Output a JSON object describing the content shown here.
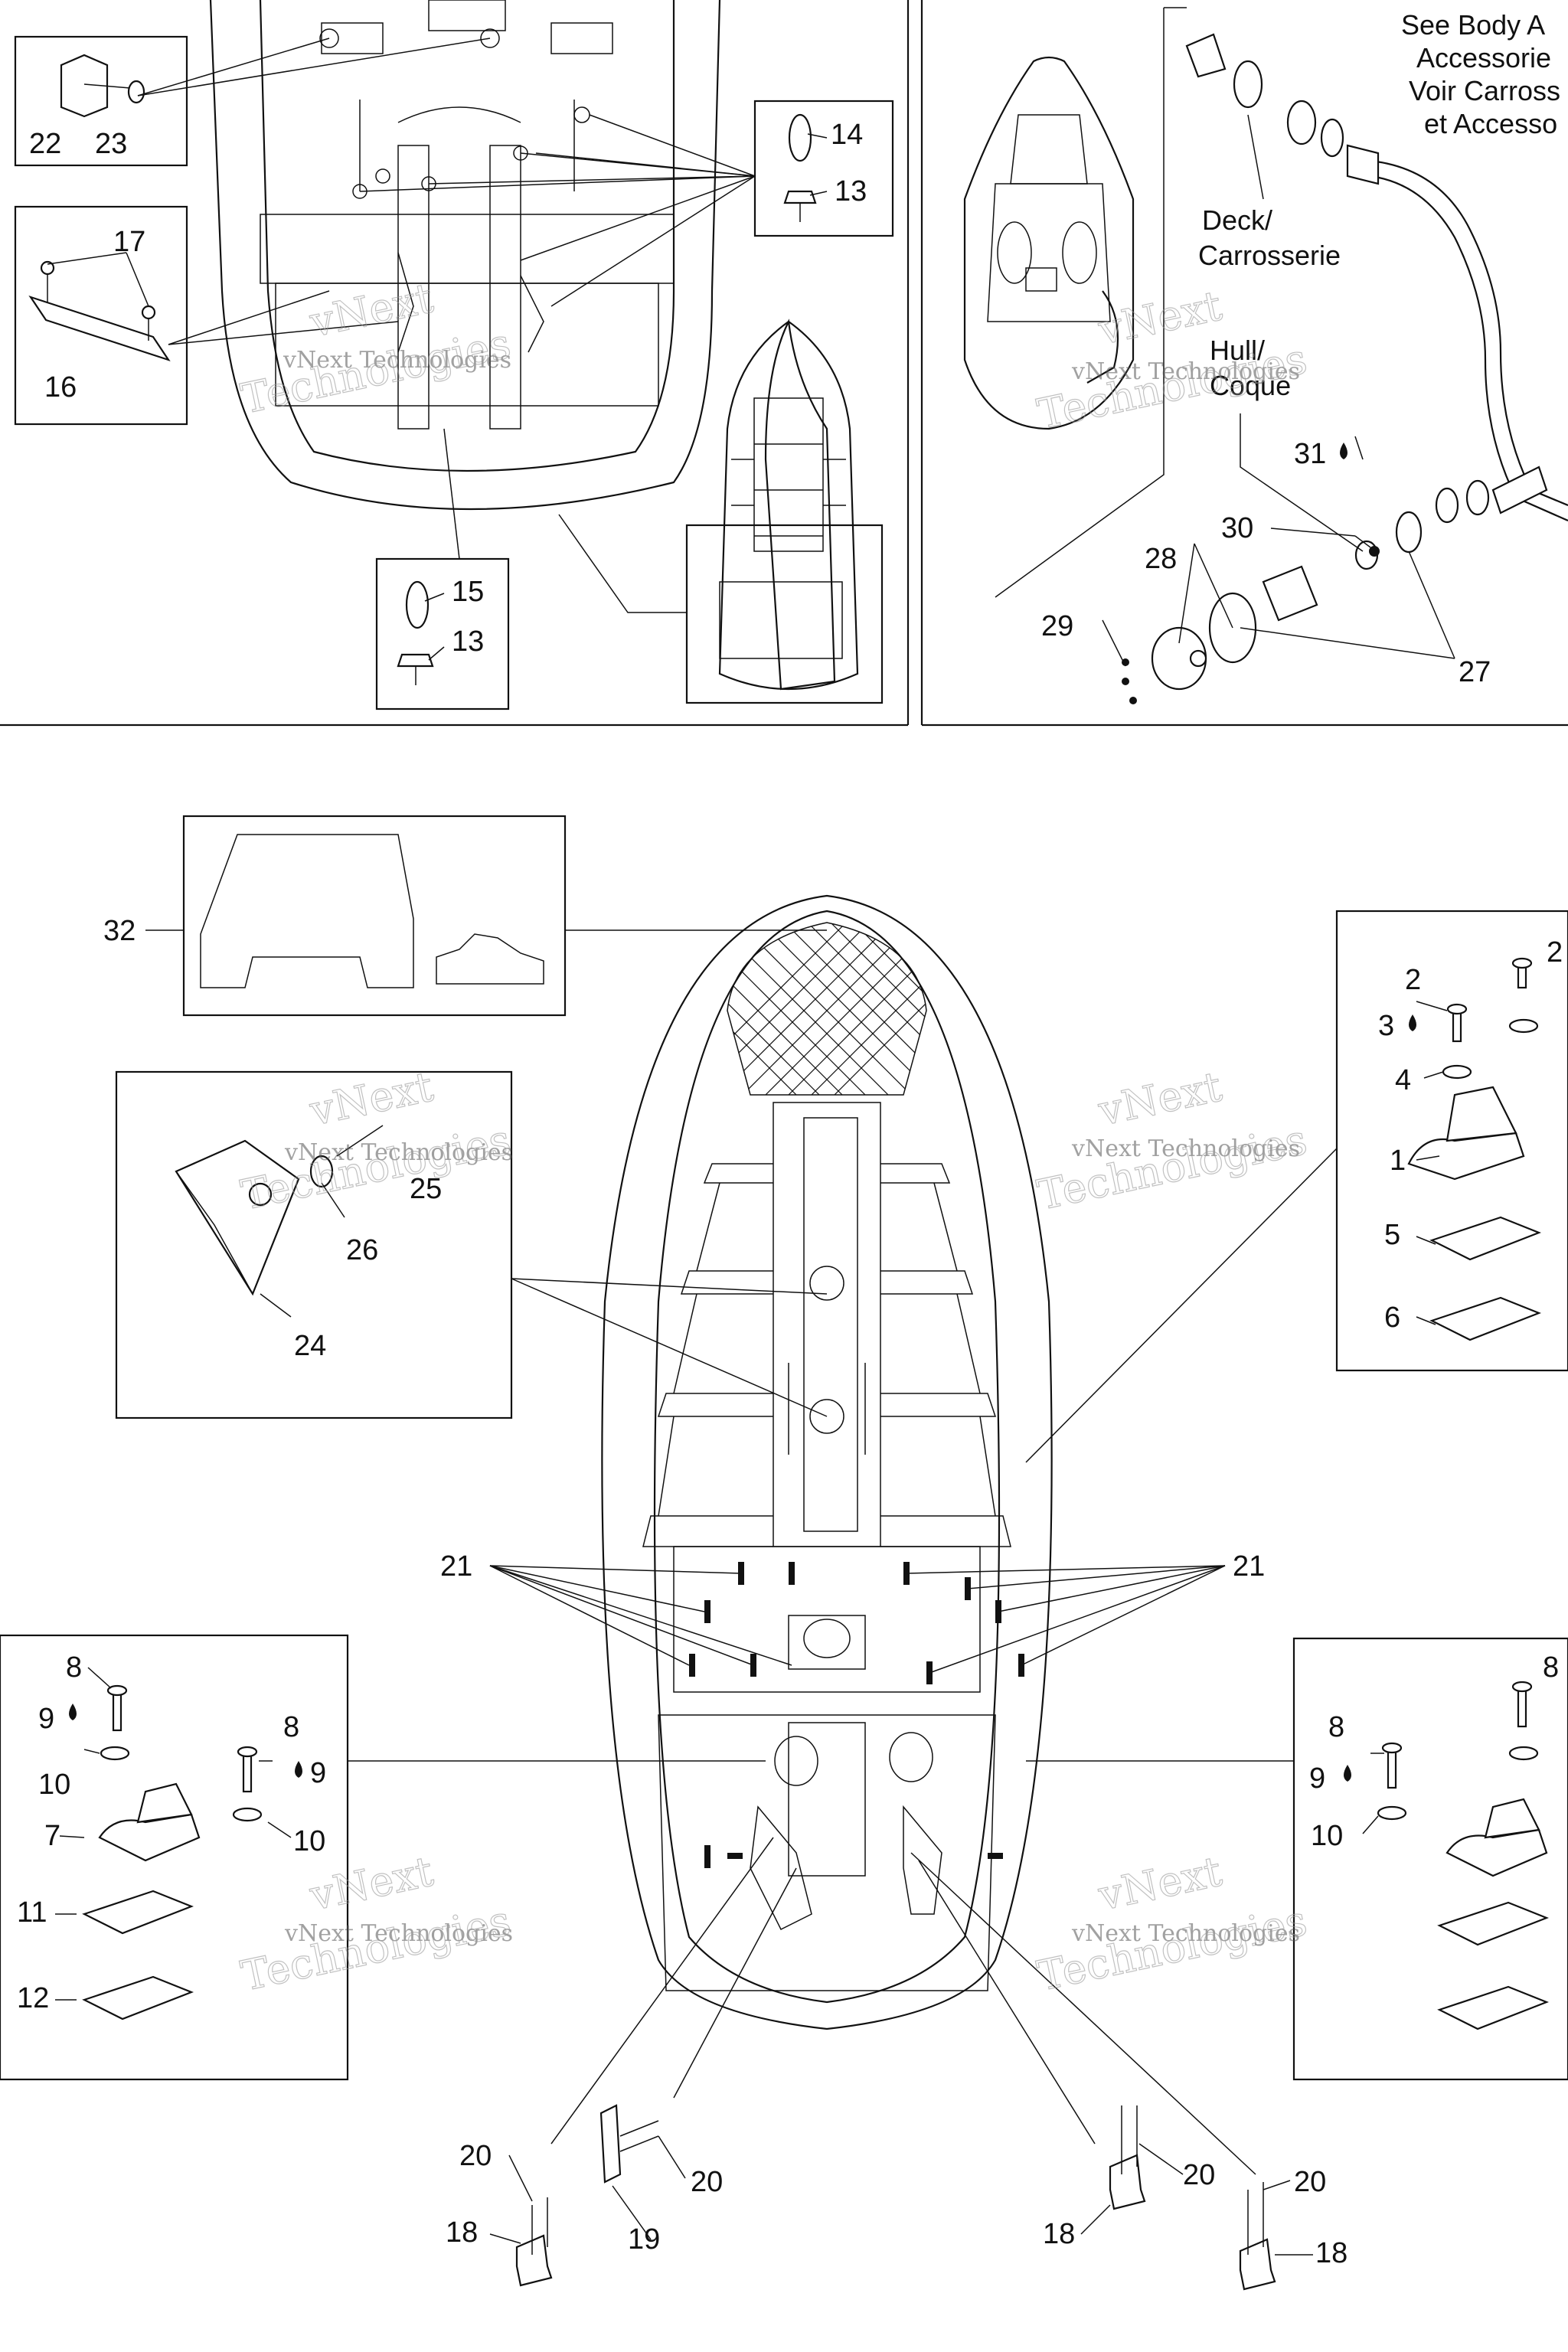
{
  "callouts": {
    "c1": "1",
    "c2": "2",
    "c3": "3",
    "c4": "4",
    "c5": "5",
    "c6": "6",
    "c7": "7",
    "c8a": "8",
    "c8b": "8",
    "c8c": "8",
    "c8d": "8",
    "c9a": "9",
    "c9b": "9",
    "c9c": "9",
    "c10a": "10",
    "c10b": "10",
    "c10c": "10",
    "c11": "11",
    "c12": "12",
    "c13a": "13",
    "c13b": "13",
    "c14": "14",
    "c15": "15",
    "c16": "16",
    "c17": "17",
    "c18a": "18",
    "c18b": "18",
    "c18c": "18",
    "c19": "19",
    "c20a": "20",
    "c20b": "20",
    "c20c": "20",
    "c20d": "20",
    "c21a": "21",
    "c21b": "21",
    "c22": "22",
    "c23": "23",
    "c24": "24",
    "c25": "25",
    "c26": "26",
    "c27": "27",
    "c28": "28",
    "c29": "29",
    "c30": "30",
    "c31": "31",
    "c32": "32",
    "c2r": "2"
  },
  "notes": {
    "deck_line1": "Deck/",
    "deck_line2": "Carrosserie",
    "hull_line1": "Hull/",
    "hull_line2": "Coque",
    "see_line1": "See Body A",
    "see_line2": "Accessorie",
    "see_line3": "Voir Carross",
    "see_line4": "et Accesso"
  },
  "watermark": {
    "line1": "vNext Technologies",
    "big_line1": "vNext",
    "big_line2": "Technologies"
  }
}
